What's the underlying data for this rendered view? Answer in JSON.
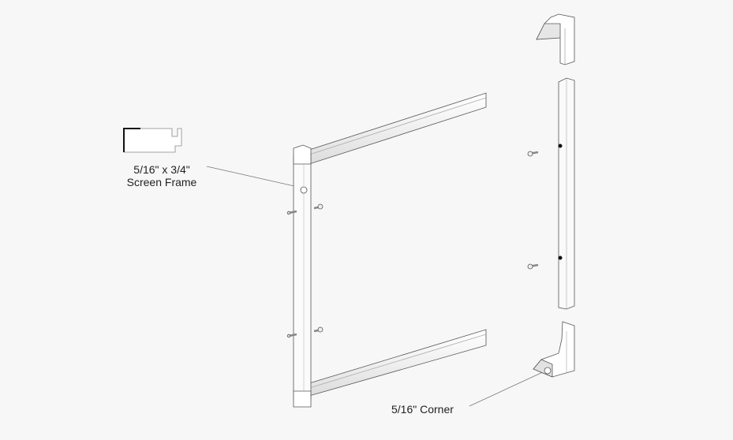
{
  "labels": {
    "screen_frame_line1": "5/16\" x 3/4\"",
    "screen_frame_line2": "Screen Frame",
    "corner": "5/16\" Corner"
  }
}
